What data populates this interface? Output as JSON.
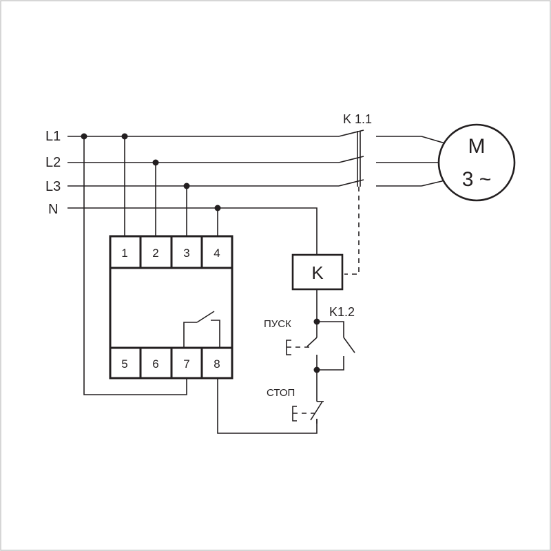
{
  "lines": {
    "l1": "L1",
    "l2": "L2",
    "l3": "L3",
    "n": "N"
  },
  "terminals": {
    "top": [
      "1",
      "2",
      "3",
      "4"
    ],
    "bottom": [
      "5",
      "6",
      "7",
      "8"
    ]
  },
  "contactor": {
    "main_contacts_label": "K 1.1",
    "coil_label": "K",
    "aux_contact_label": "K1.2"
  },
  "motor": {
    "symbol": "M",
    "phase": "3 ~"
  },
  "buttons": {
    "start": "ПУСК",
    "stop": "СТОП"
  },
  "colors": {
    "ink": "#231f20",
    "frame": "#c8c8c8",
    "background": "#ffffff"
  }
}
